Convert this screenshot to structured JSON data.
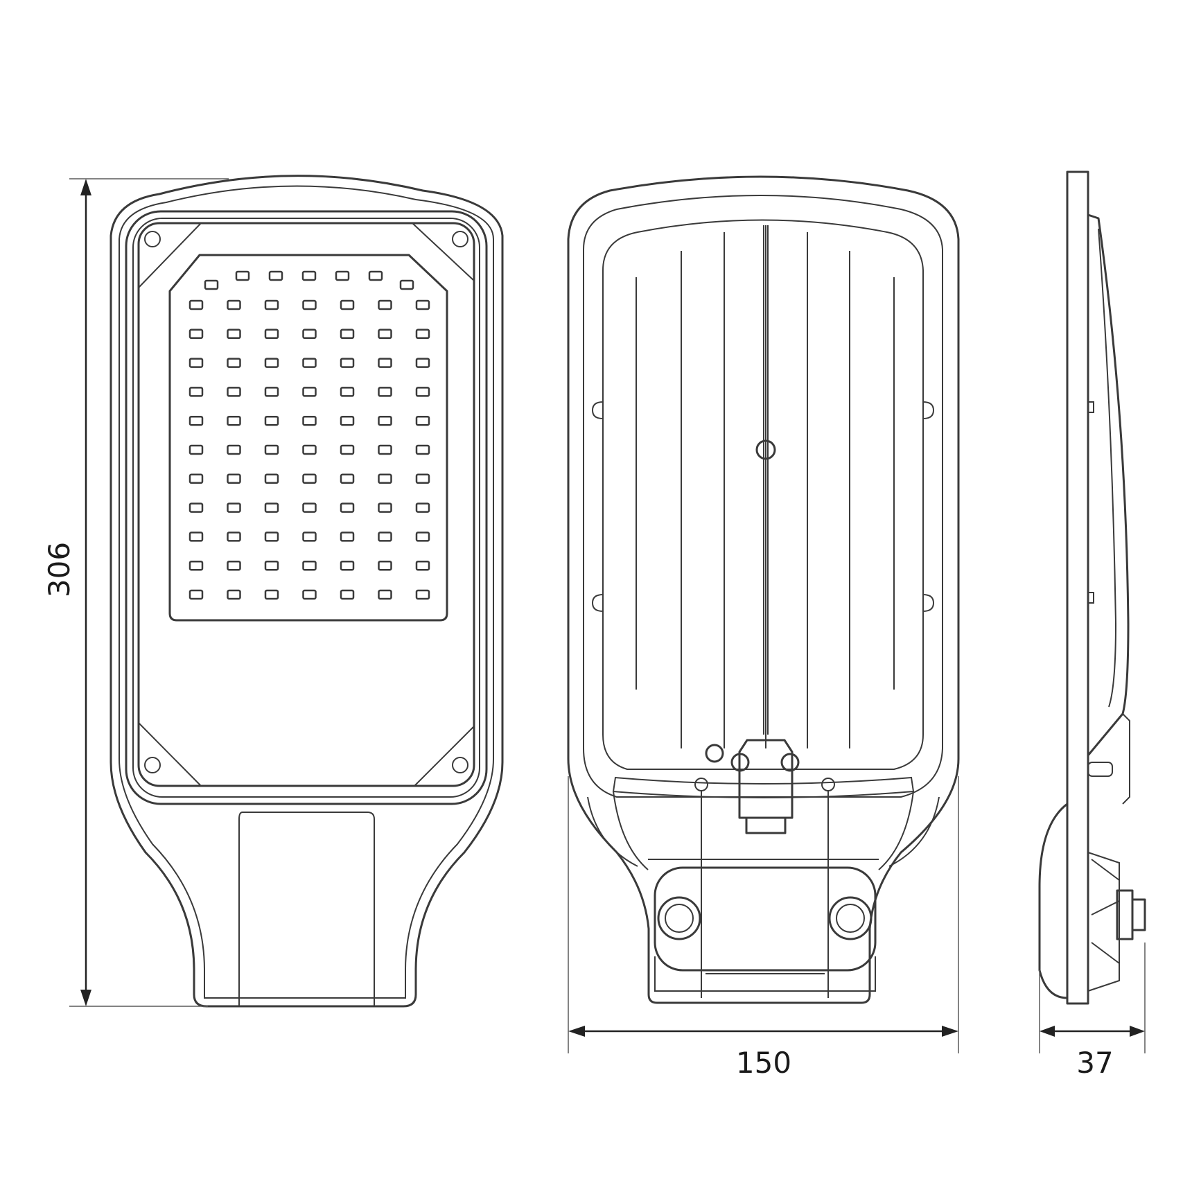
{
  "dimensions": {
    "height": {
      "value": "306"
    },
    "width": {
      "value": "150"
    },
    "depth": {
      "value": "37"
    }
  },
  "front_view": {
    "led_rows": 11,
    "led_cols": 7,
    "top_row_leds": 7
  },
  "colors": {
    "line": "#3a3a3a",
    "background": "#ffffff"
  }
}
